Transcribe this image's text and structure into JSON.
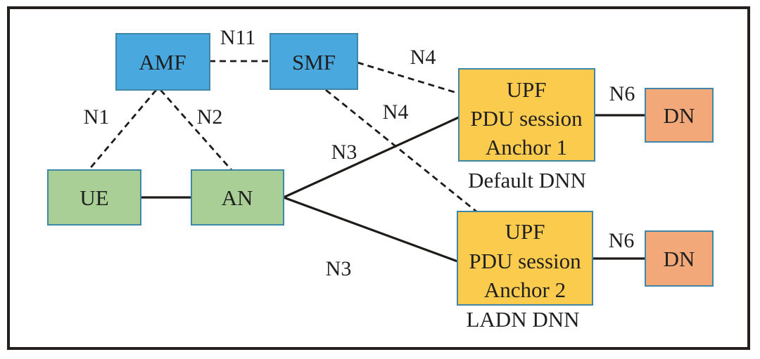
{
  "figure": {
    "colors": {
      "control_plane_node": "#49a8dd",
      "access_node": "#a9cf97",
      "user_plane_node": "#fbcb4e",
      "data_network_node": "#f2a878",
      "node_border": "#3e87a6",
      "line": "#1f1b18",
      "frame_border": "#241f1c",
      "background": "#ffffff"
    },
    "nodes": {
      "amf": {
        "label": "AMF"
      },
      "smf": {
        "label": "SMF"
      },
      "ue": {
        "label": "UE"
      },
      "an": {
        "label": "AN"
      },
      "upf_anchor1": {
        "line1": "UPF",
        "line2": "PDU session",
        "line3": "Anchor 1"
      },
      "upf_anchor2": {
        "line1": "UPF",
        "line2": "PDU session",
        "line3": "Anchor 2"
      },
      "dn1": {
        "label": "DN"
      },
      "dn2": {
        "label": "DN"
      }
    },
    "interfaces": {
      "n11": "N11",
      "n1": "N1",
      "n2": "N2",
      "n4_anchor1": "N4",
      "n4_anchor2": "N4",
      "n3_anchor1": "N3",
      "n3_anchor2": "N3",
      "n6_anchor1": "N6",
      "n6_anchor2": "N6"
    },
    "captions": {
      "anchor1_dnn": "Default DNN",
      "anchor2_dnn": "LADN DNN"
    }
  }
}
